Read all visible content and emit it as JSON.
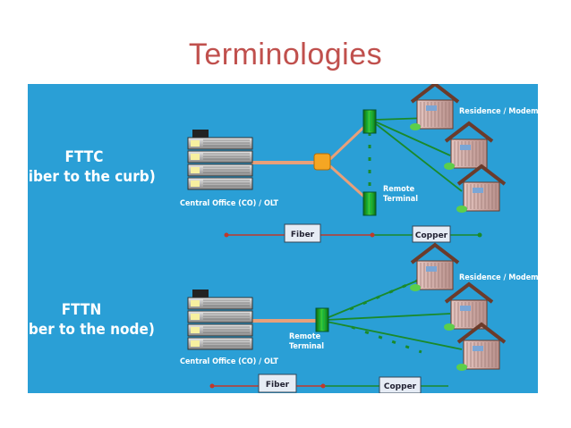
{
  "slide": {
    "title": "Terminologies"
  },
  "fttc": {
    "label_line1": "FTTC",
    "label_line2": "(Fiber to the curb)",
    "central_office": "Central Office (CO) / OLT",
    "remote_terminal_line1": "Remote",
    "remote_terminal_line2": "Terminal",
    "residence": "Residence / Modem",
    "fiber_tag": "Fiber",
    "copper_tag": "Copper"
  },
  "fttn": {
    "label_line1": "FTTN",
    "label_line2": "(Fiber to the node)",
    "central_office": "Central Office (CO) / OLT",
    "remote_terminal_line1": "Remote",
    "remote_terminal_line2": "Terminal",
    "residence": "Residence / Modem",
    "fiber_tag": "Fiber",
    "copper_tag": "Copper"
  },
  "colors": {
    "title": "#c0504d",
    "background": "#2a9fd6",
    "fiber_line": "#e8a07a",
    "copper_line": "#1a8a2a",
    "measure_line": "#c0392b",
    "terminal": "#22aa22",
    "splitter": "#f5a623"
  }
}
